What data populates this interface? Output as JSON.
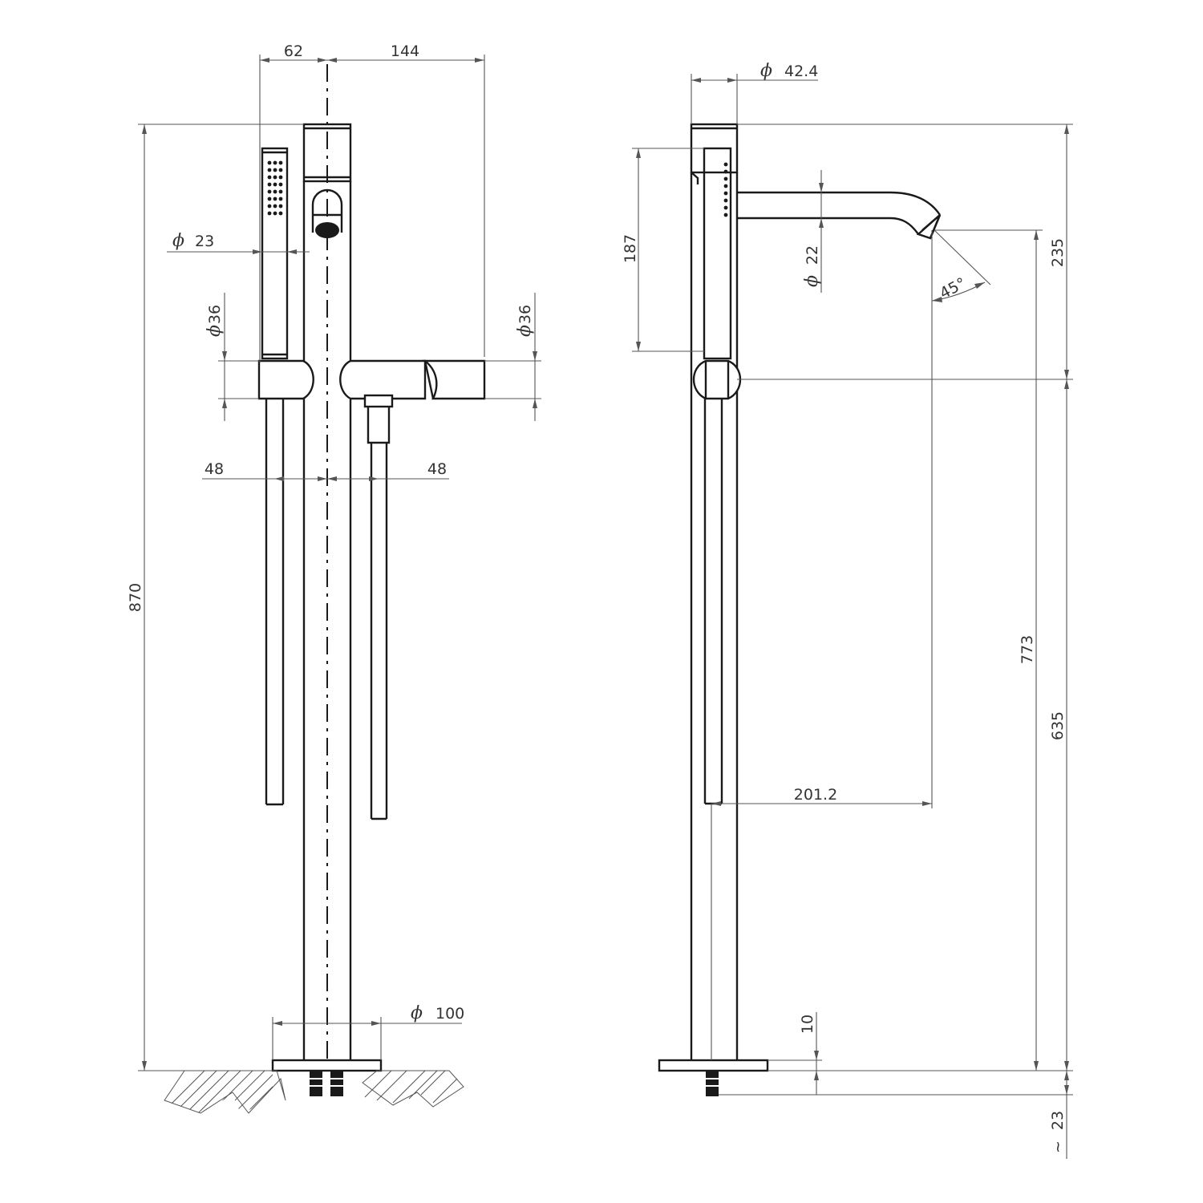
{
  "front_view": {
    "dims": {
      "w62": "62",
      "w144": "144",
      "h870": "870",
      "dia23": "23",
      "dia36_left": "36",
      "dia36_right": "36",
      "off48_left": "48",
      "off48_right": "48",
      "dia100": "100"
    },
    "diameter_symbol": "ϕ"
  },
  "side_view": {
    "dims": {
      "dia42_4": "42.4",
      "h187": "187",
      "dia22": "22",
      "angle45": "45°",
      "h235": "235",
      "h773": "773",
      "h635": "635",
      "reach201_2": "201.2",
      "h10": "10",
      "h23": "23"
    },
    "approx_symbol": "~",
    "diameter_symbol": "ϕ"
  }
}
